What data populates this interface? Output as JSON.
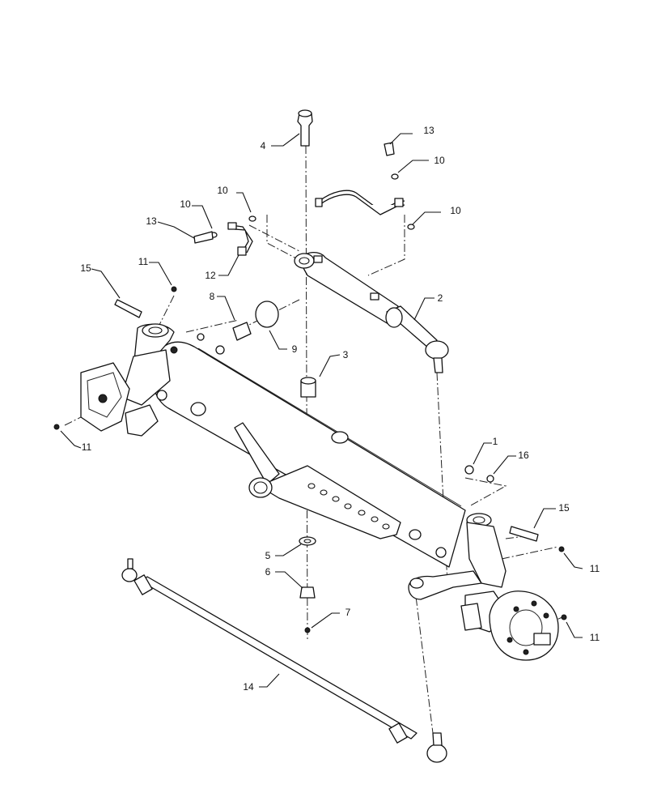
{
  "callouts": {
    "c1": "1",
    "c2": "2",
    "c3": "3",
    "c4": "4",
    "c5": "5",
    "c6": "6",
    "c7": "7",
    "c8": "8",
    "c9": "9",
    "c10a": "10",
    "c10b": "10",
    "c10c": "10",
    "c10d": "10",
    "c11a": "11",
    "c11b": "11",
    "c11c": "11",
    "c11d": "11",
    "c12": "12",
    "c13a": "13",
    "c13b": "13",
    "c14": "14",
    "c15a": "15",
    "c15b": "15",
    "c16": "16"
  }
}
